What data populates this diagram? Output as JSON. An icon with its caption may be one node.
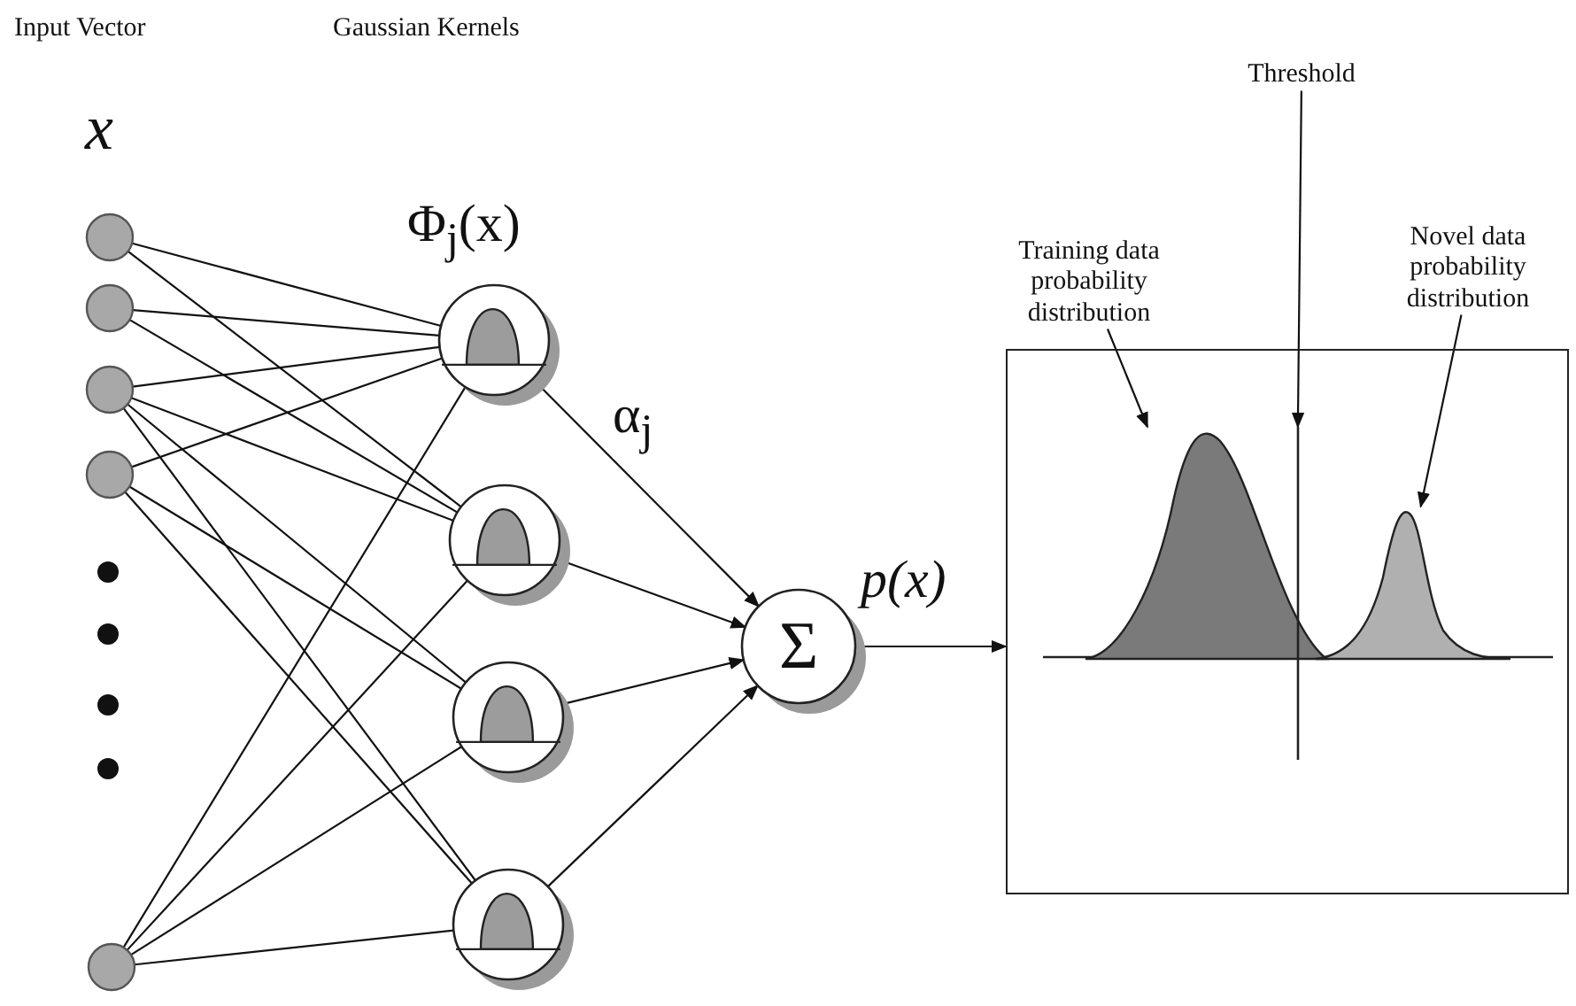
{
  "diagram": {
    "nodes": [
      {
        "text": [],
        "shape": "circle"
      },
      {
        "text": [],
        "shape": "circle"
      },
      {
        "text": [],
        "shape": "circle"
      },
      {
        "text": [],
        "shape": "circle"
      },
      {
        "text": [],
        "shape": "circle"
      },
      {
        "text": [],
        "shape": "circle"
      },
      {
        "text": [],
        "shape": "circle"
      },
      {
        "text": [],
        "shape": "circle"
      },
      {
        "text": [],
        "shape": "circle"
      },
      {
        "text": [
          "Σ"
        ]
      },
      {
        "text": [],
        "shape": "box"
      },
      {
        "text": [
          "Training data probability distribution"
        ]
      },
      {
        "text": [],
        "shape": "curve",
        "in": 10
      },
      {
        "text": [
          "Threshold"
        ]
      },
      {
        "text": [],
        "shape": "line",
        "in": 10
      },
      {
        "text": [
          "Novel data probability distribution"
        ]
      },
      {
        "text": [],
        "shape": "curve",
        "in": 10
      }
    ],
    "edges": [
      {
        "from": 0,
        "to": 5,
        "arrow": "none"
      },
      {
        "from": 0,
        "to": 6,
        "arrow": "none"
      },
      {
        "from": 1,
        "to": 5,
        "arrow": "none"
      },
      {
        "from": 1,
        "to": 6,
        "arrow": "none"
      },
      {
        "from": 2,
        "to": 5,
        "arrow": "none"
      },
      {
        "from": 2,
        "to": 6,
        "arrow": "none"
      },
      {
        "from": 2,
        "to": 7,
        "arrow": "none"
      },
      {
        "from": 2,
        "to": 8,
        "arrow": "none"
      },
      {
        "from": 3,
        "to": 5,
        "arrow": "none"
      },
      {
        "from": 3,
        "to": 7,
        "arrow": "none"
      },
      {
        "from": 3,
        "to": 8,
        "arrow": "none"
      },
      {
        "from": 4,
        "to": 5,
        "arrow": "none"
      },
      {
        "from": 4,
        "to": 6,
        "arrow": "none"
      },
      {
        "from": 4,
        "to": 7,
        "arrow": "none"
      },
      {
        "from": 4,
        "to": 8,
        "arrow": "none"
      },
      {
        "from": 5,
        "to": 9,
        "arrow": "to",
        "label": "α$_{j}$"
      },
      {
        "from": 6,
        "to": 9,
        "arrow": "to"
      },
      {
        "from": 7,
        "to": 9,
        "arrow": "to"
      },
      {
        "from": 8,
        "to": 9,
        "arrow": "to"
      },
      {
        "from": 9,
        "to": 10,
        "arrow": "to",
        "label": "p(x)"
      },
      {
        "from": 11,
        "to": 12,
        "arrow": "to"
      },
      {
        "from": 13,
        "to": 14,
        "arrow": "to"
      },
      {
        "from": 15,
        "to": 16,
        "arrow": "to"
      }
    ],
    "labels": [
      "Input Vector",
      "Gaussian Kernels",
      "x",
      "Φ$_{j}$(x)"
    ]
  }
}
